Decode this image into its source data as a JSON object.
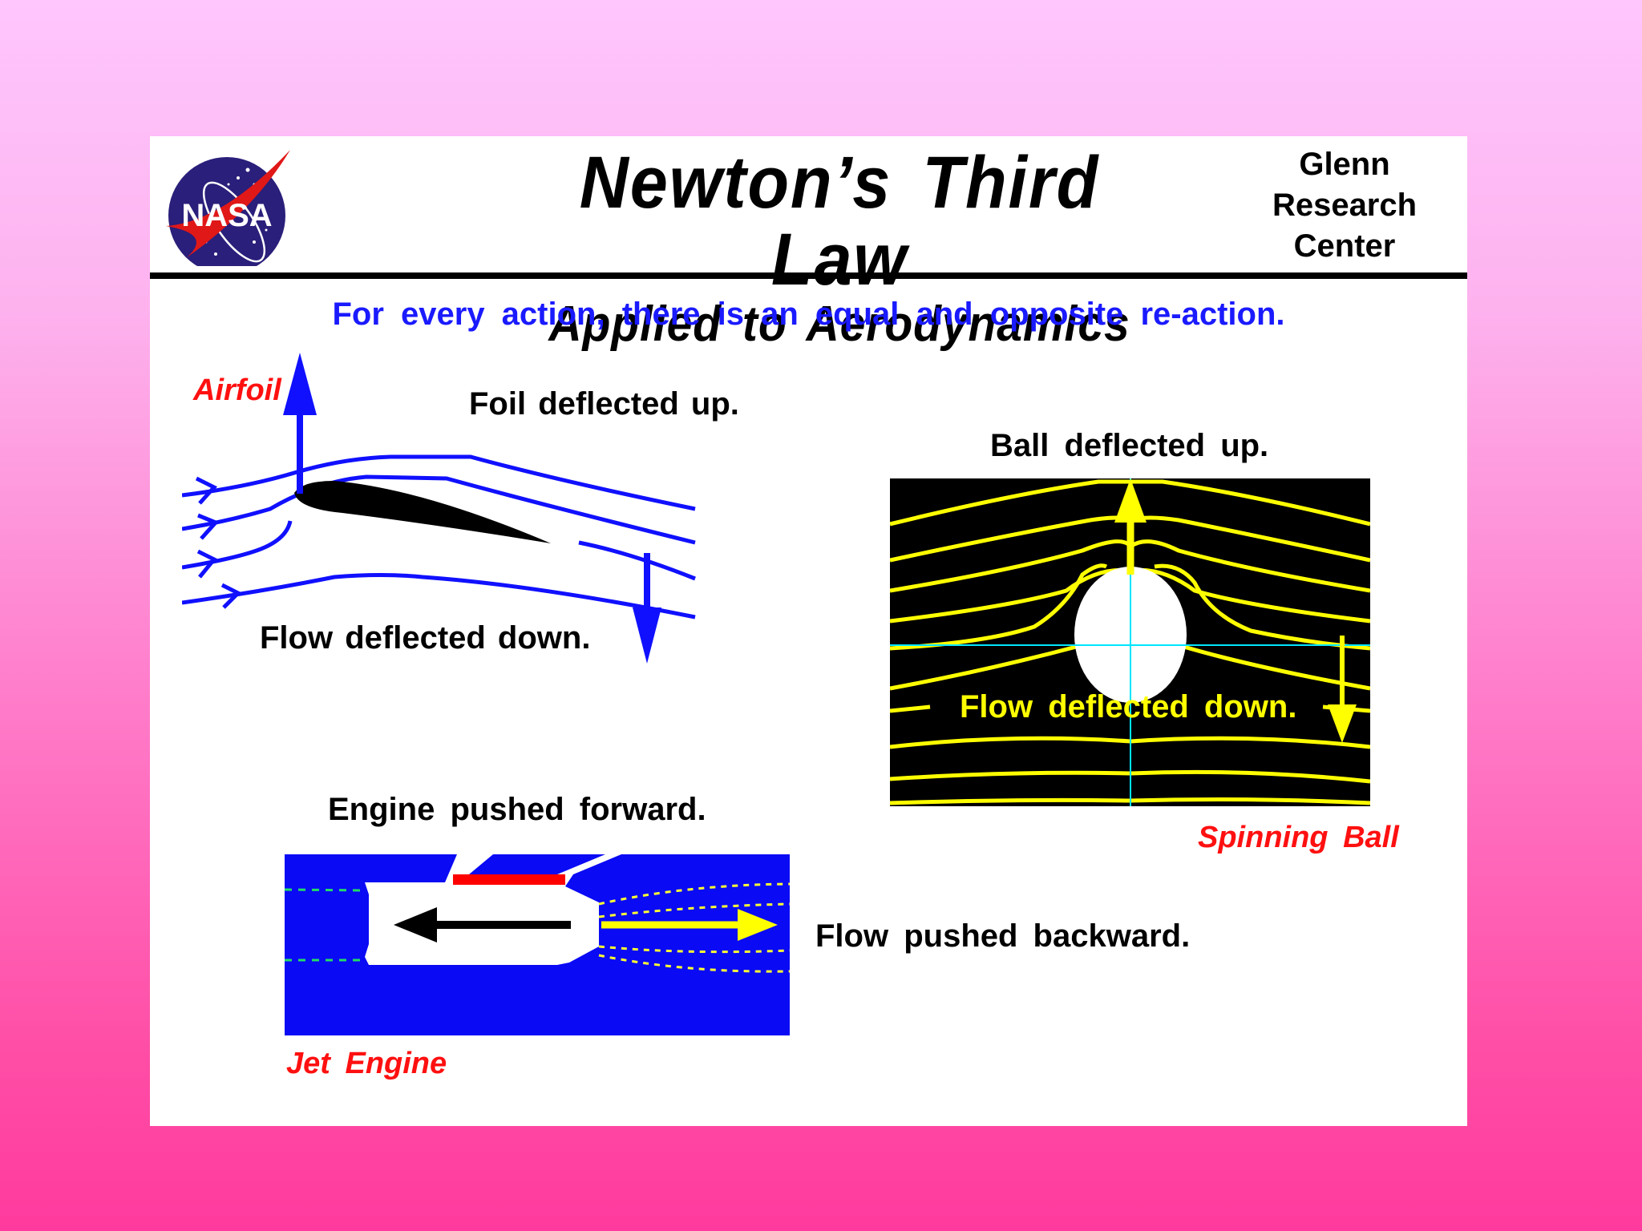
{
  "slide": {
    "background_gradient": {
      "top": "#ffc6fd",
      "bottom": "#ff3a9e"
    },
    "header": {
      "logo": {
        "text": "NASA",
        "icon": "nasa-meatball-icon"
      },
      "title_line1": "Newton’s Third Law",
      "title_line2": "Applied to Aerodynamics",
      "organization": [
        "Glenn",
        "Research",
        "Center"
      ]
    },
    "principle": "For every action, there is an equal and opposite re-action.",
    "panels": {
      "airfoil": {
        "name": "Airfoil",
        "action_label": "Foil deflected up.",
        "reaction_label": "Flow deflected  down.",
        "colors": {
          "streamlines": "#1010ff",
          "foil": "#000000"
        }
      },
      "spinning_ball": {
        "name": "Spinning Ball",
        "action_label": "Ball  deflected  up.",
        "reaction_label": "Flow deflected  down.",
        "colors": {
          "background": "#000000",
          "streamlines": "#ffff00",
          "axes": "#00e5ff",
          "ball": "#ffffff"
        }
      },
      "jet_engine": {
        "name": "Jet Engine",
        "action_label": "Engine  pushed  forward.",
        "reaction_label": "Flow  pushed  backward.",
        "colors": {
          "background": "#0a0af5",
          "engine": "#ffffff",
          "cowl": "#ff0000",
          "exhaust_arrow": "#ffff00",
          "thrust_arrow": "#000000"
        }
      }
    }
  }
}
